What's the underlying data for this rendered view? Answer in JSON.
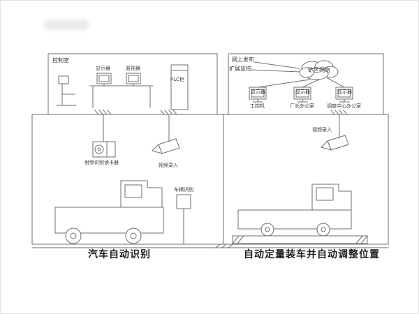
{
  "meta": {
    "background": "#ffffff",
    "line_color": "#6e6e6e",
    "text_color": "#3a3a3a"
  },
  "captions": {
    "left": "汽车自动识别",
    "right": "自动定量装车并自动调整位置"
  },
  "left_panel": {
    "control_room_label": "控制室",
    "display_label": "显示器",
    "monitor_label": "监视器",
    "plc_label": "PLC柜",
    "rfid_reader_label": "射频识别读卡器",
    "camera_label": "视频录入",
    "detector_label": "车辆识别"
  },
  "right_panel": {
    "web_publish_label": "网上发布",
    "extend_label": "扩展监控",
    "cloud_label": "矿区网络",
    "displays": [
      {
        "label": "显示器",
        "caption": "工控机"
      },
      {
        "label": "显示器",
        "caption": "厂长办公室"
      },
      {
        "label": "显示器",
        "caption": "调度中心办公室"
      }
    ],
    "camera_label": "视频录入"
  }
}
